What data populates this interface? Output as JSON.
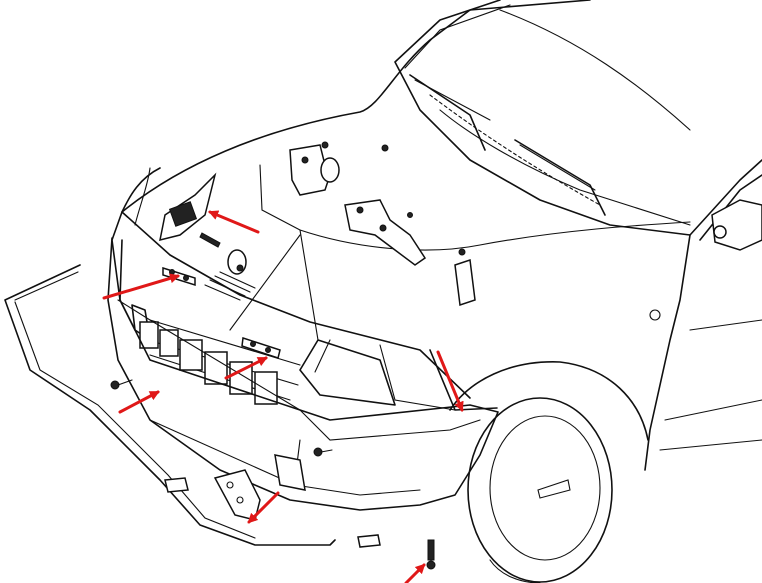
{
  "colors": {
    "line": "#111111",
    "background": "#ffffff",
    "arrow": "#e01818"
  },
  "diagram": {
    "subject": "car-front-bumper-exploded-view",
    "arrows": [
      {
        "name": "arrow-headlight-bracket",
        "target": "headlight-bracket"
      },
      {
        "name": "arrow-left-bumper-mount",
        "target": "left-bumper-mount"
      },
      {
        "name": "arrow-center-bumper-mount",
        "target": "center-bumper-mount"
      },
      {
        "name": "arrow-fender-side-mount",
        "target": "fender-side-mount"
      },
      {
        "name": "arrow-left-bolt",
        "target": "left-bolt"
      },
      {
        "name": "arrow-lower-bracket",
        "target": "lower-bracket"
      },
      {
        "name": "arrow-bottom-bolt",
        "target": "bottom-bolt"
      }
    ]
  }
}
